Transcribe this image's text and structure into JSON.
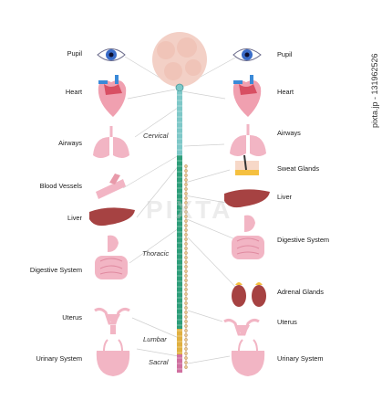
{
  "left_labels": [
    "Pupil",
    "Heart",
    "Airways",
    "Blood Vessels",
    "Liver",
    "Digestive System",
    "Uterus",
    "Urinary System"
  ],
  "right_labels": [
    "Pupil",
    "Heart",
    "Airways",
    "Sweat Glands",
    "Liver",
    "Digestive System",
    "Adrenal Glands",
    "Uterus",
    "Urinary System"
  ],
  "sections": {
    "cervical": "Cervical",
    "thoracic": "Thoracic",
    "lumbar": "Lumbar",
    "sacral": "Sacral"
  },
  "watermark": {
    "vertical": "pixta.jp - 131962526",
    "center": "PIXTA"
  },
  "colors": {
    "cervical": "#7ec8c8",
    "thoracic": "#2e9e7a",
    "lumbar": "#e0b040",
    "sacral": "#d070a0",
    "organ_pink": "#f2b5c4",
    "heart_red": "#d84f63",
    "liver": "#a64242"
  }
}
